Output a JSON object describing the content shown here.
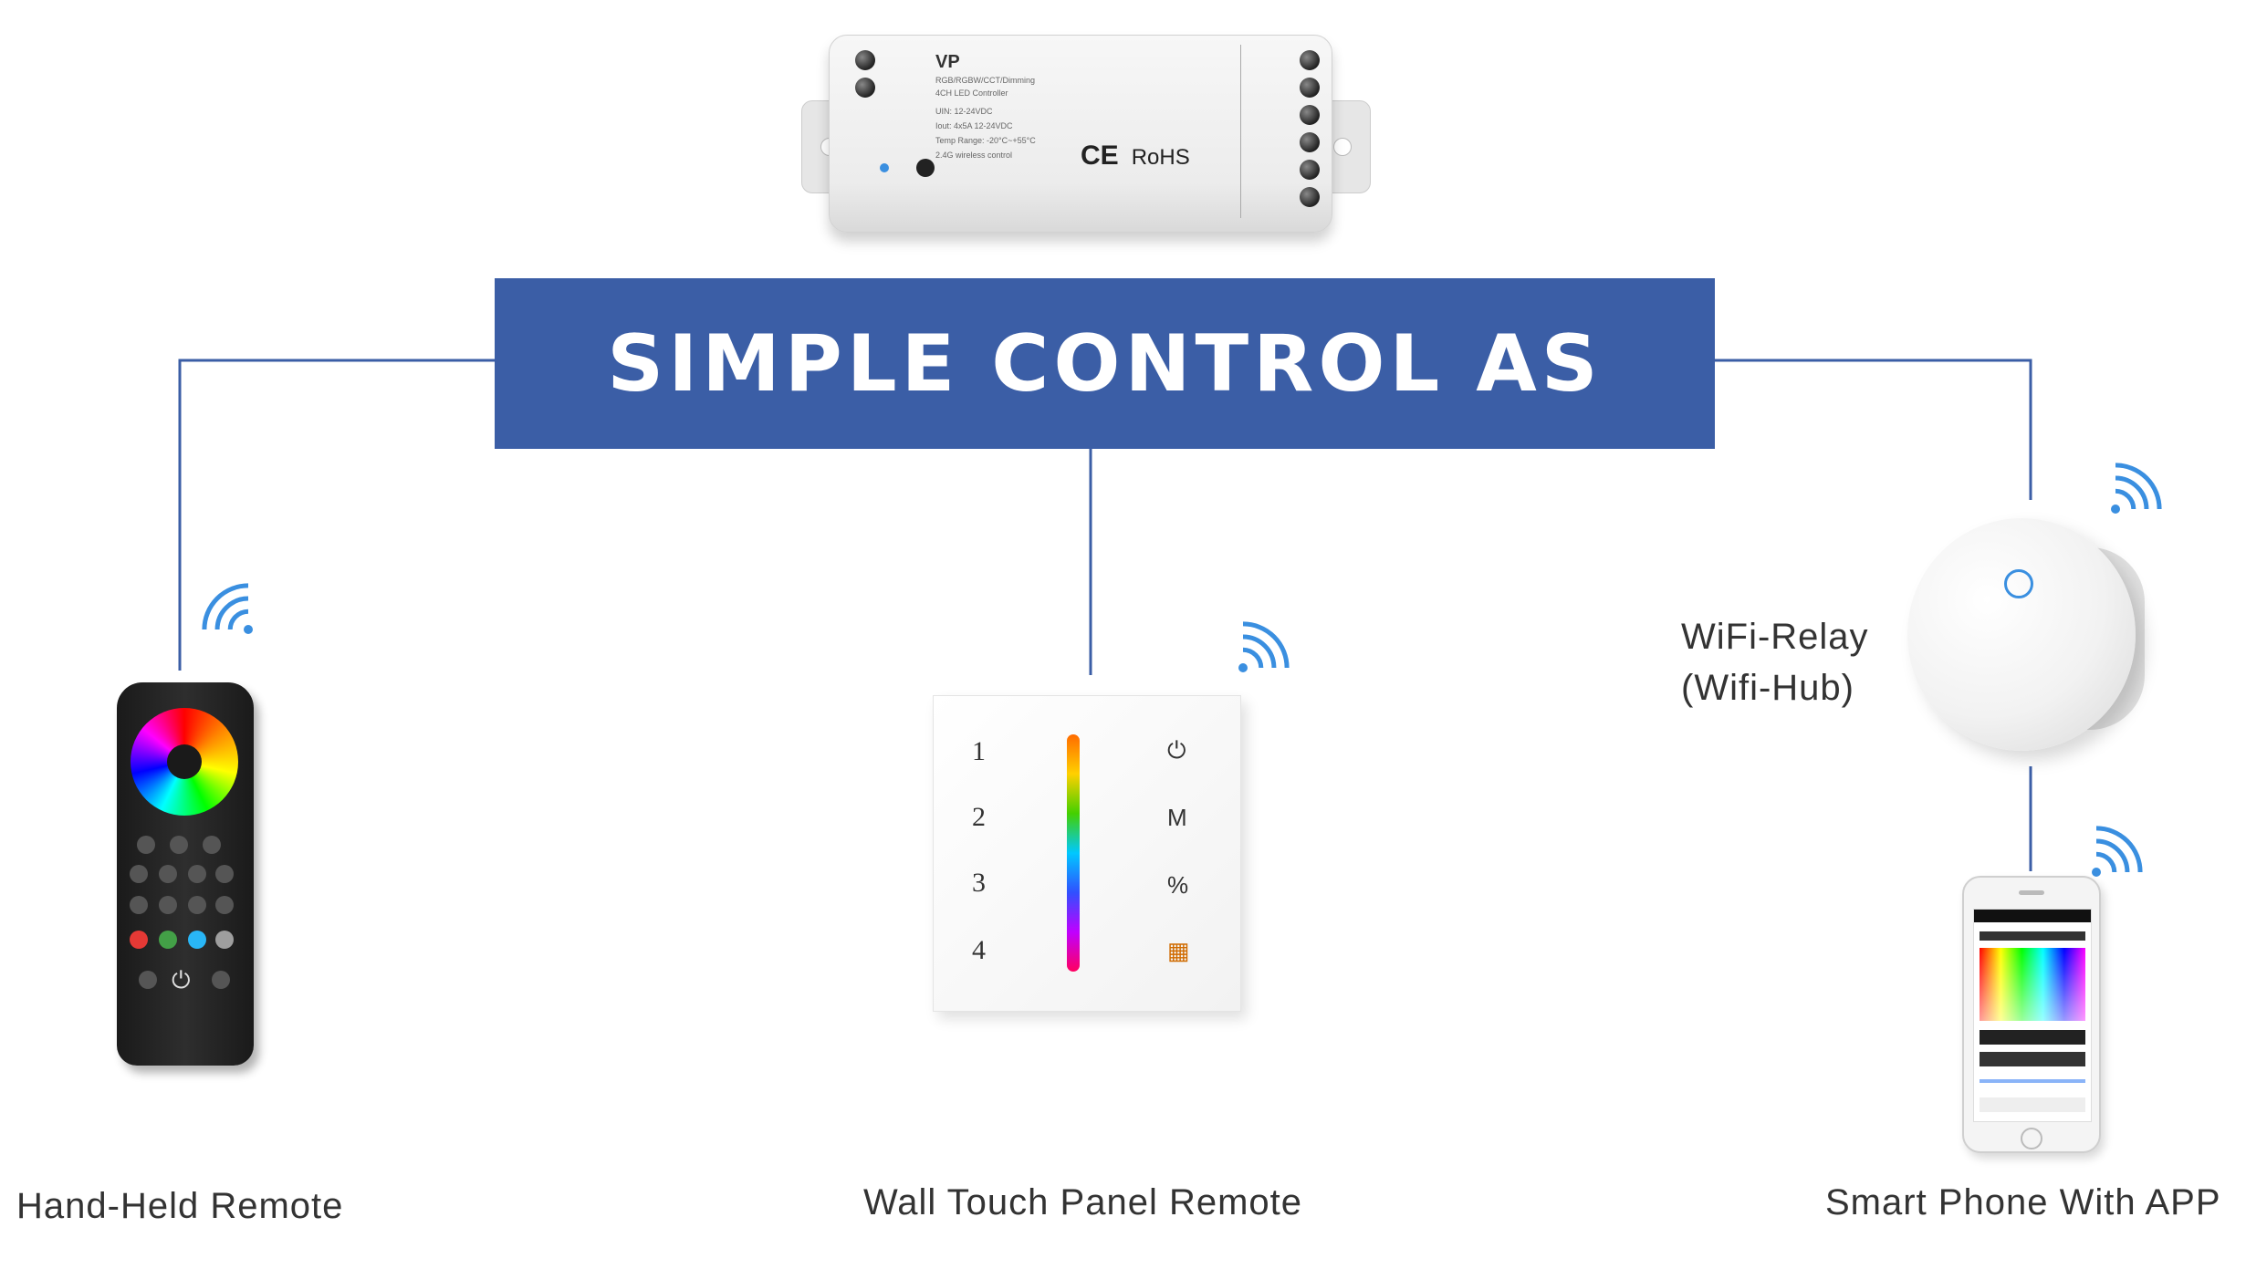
{
  "banner": {
    "title": "SIMPLE CONTROL AS"
  },
  "controller": {
    "model": "VP",
    "lines": [
      "RGB/RGBW/CCT/Dimming",
      "4CH LED Controller",
      "UIN: 12-24VDC",
      "Iout: 4x5A 12-24VDC",
      "Temp Range: -20°C~+55°C",
      "2.4G wireless control"
    ],
    "ce_mark": "CE",
    "rohs_mark": "RoHS"
  },
  "handheld": {
    "caption": "Hand-Held Remote",
    "button_colors": [
      "#e53935",
      "#43a047",
      "#29b6f6",
      "#9e9e9e"
    ]
  },
  "wall_panel": {
    "caption": "Wall Touch Panel Remote",
    "zones": [
      "1",
      "2",
      "3",
      "4"
    ],
    "right_symbols": [
      "⏻",
      "M",
      "%",
      "▦"
    ]
  },
  "relay": {
    "label_line1": "WiFi-Relay",
    "label_line2": "(Wifi-Hub)"
  },
  "phone": {
    "caption": "Smart Phone With APP"
  },
  "colors": {
    "accent": "#3b5ea6",
    "wifi": "#3a8fe0",
    "line": "#3b5ea6"
  },
  "icons": [
    "wifi-icon",
    "power-icon"
  ]
}
